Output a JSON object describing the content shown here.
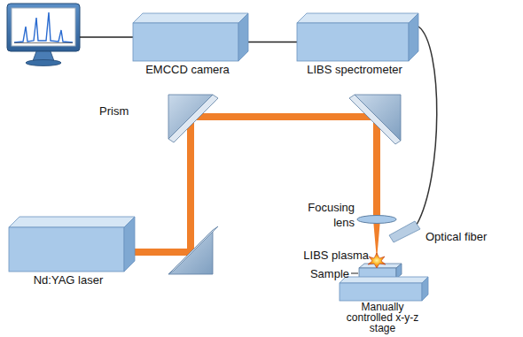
{
  "diagram": {
    "nodes": [
      {
        "text": [
          "EMCCD camera"
        ]
      },
      {
        "text": [
          "LIBS spectrometer"
        ]
      },
      {
        "text": [
          "Nd:YAG laser"
        ]
      },
      {
        "text": [
          "Manually controlled x-y-z stage"
        ]
      }
    ],
    "edges": [
      {
        "from": 0,
        "to": 1,
        "arrow": "none"
      }
    ],
    "labels": [
      "Prism",
      "Focusing lens",
      "LIBS plasma",
      "Sample",
      "Optical fiber"
    ]
  }
}
